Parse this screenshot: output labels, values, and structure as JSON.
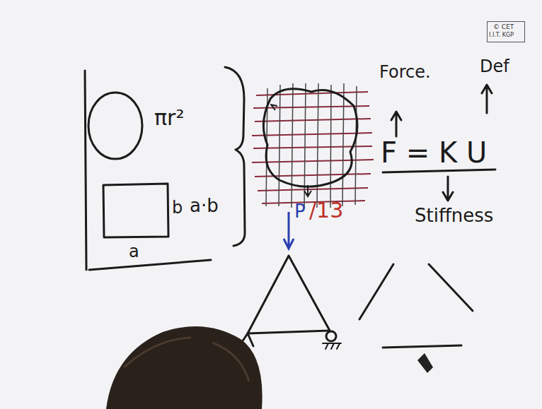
{
  "diagram": {
    "labels": [
      "© CET",
      "I.I.T. KGP",
      "πr²",
      "b",
      "a·b",
      "a",
      "Force.",
      "Def",
      "F = K U",
      "Stiffness",
      "P",
      "/13"
    ]
  }
}
